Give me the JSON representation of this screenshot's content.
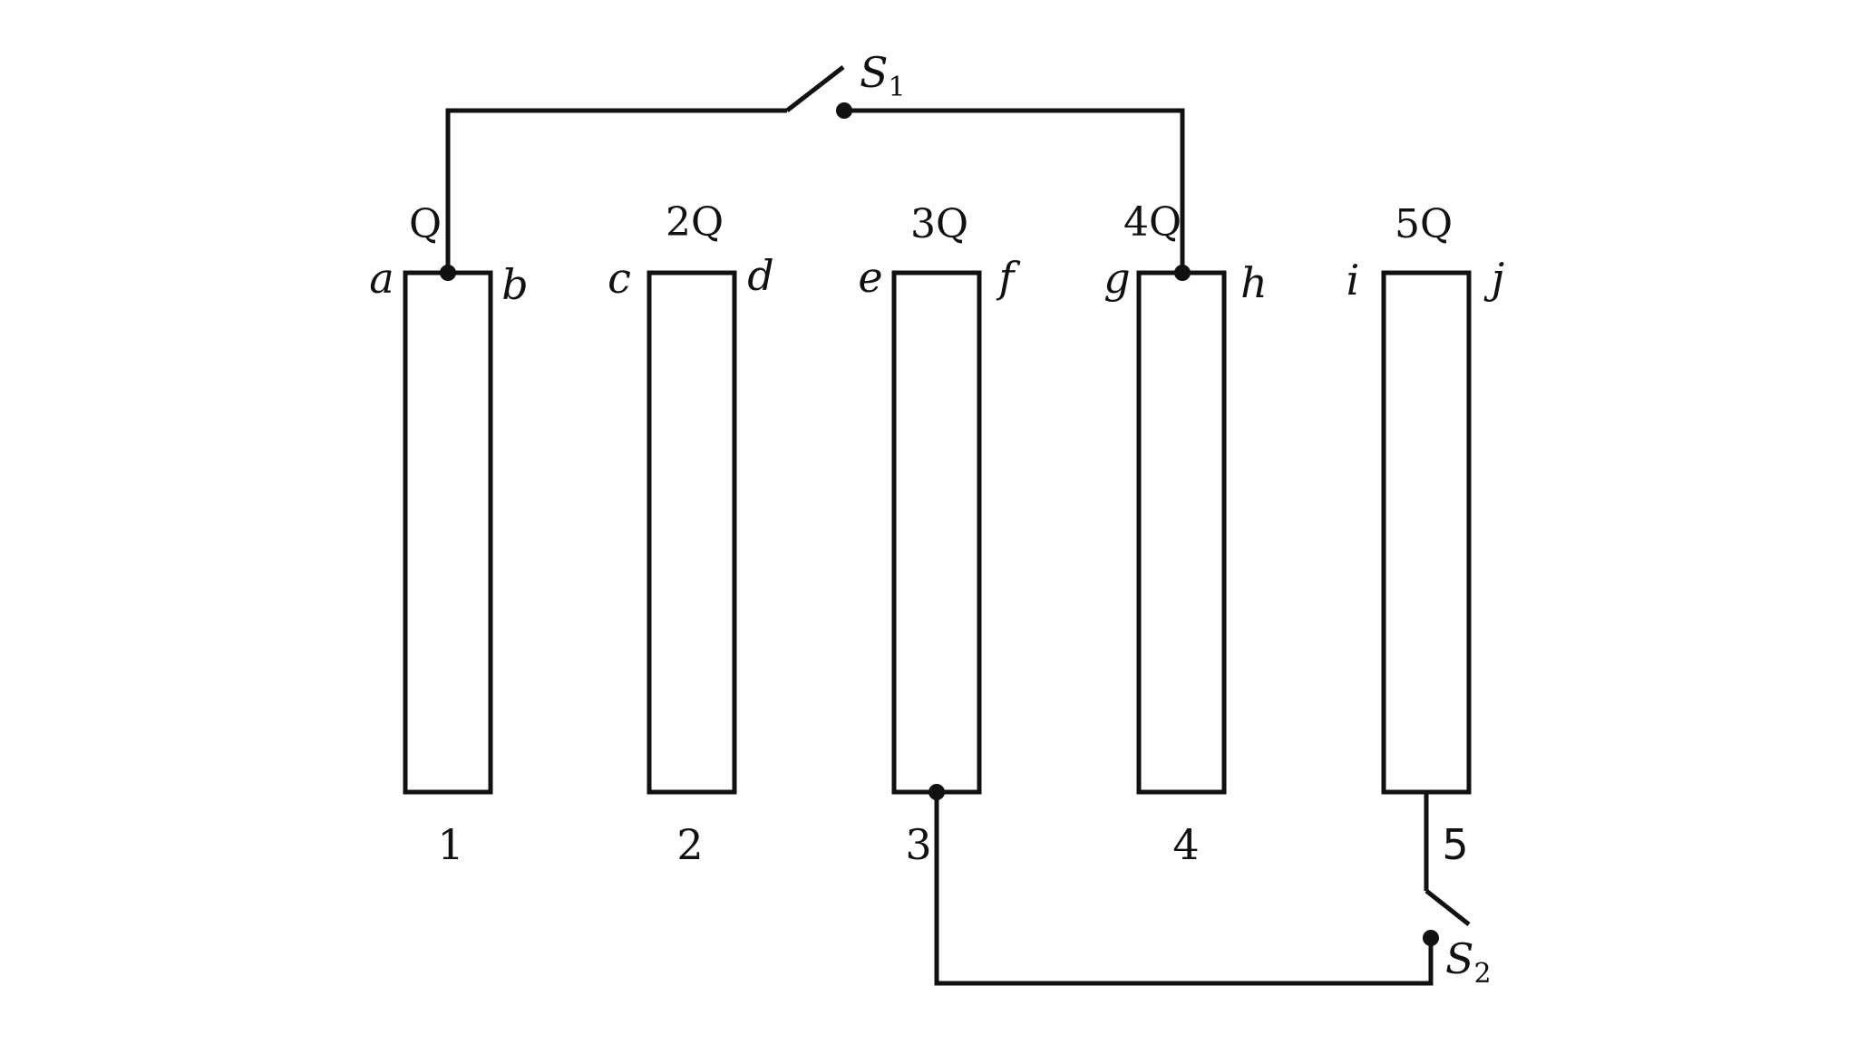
{
  "plates": [
    {
      "number": "1",
      "charge": "Q",
      "left_letter": "a",
      "right_letter": "b"
    },
    {
      "number": "2",
      "charge": "2Q",
      "left_letter": "c",
      "right_letter": "d"
    },
    {
      "number": "3",
      "charge": "3Q",
      "left_letter": "e",
      "right_letter": "f"
    },
    {
      "number": "4",
      "charge": "4Q",
      "left_letter": "g",
      "right_letter": "h"
    },
    {
      "number": "5",
      "charge": "5Q",
      "left_letter": "i",
      "right_letter": "j"
    }
  ],
  "switches": {
    "s1": {
      "letter": "S",
      "sub": "1",
      "state": "open"
    },
    "s2": {
      "letter": "S",
      "sub": "2",
      "state": "open"
    }
  },
  "colors": {
    "line": "#111111",
    "background": "#ffffff"
  }
}
